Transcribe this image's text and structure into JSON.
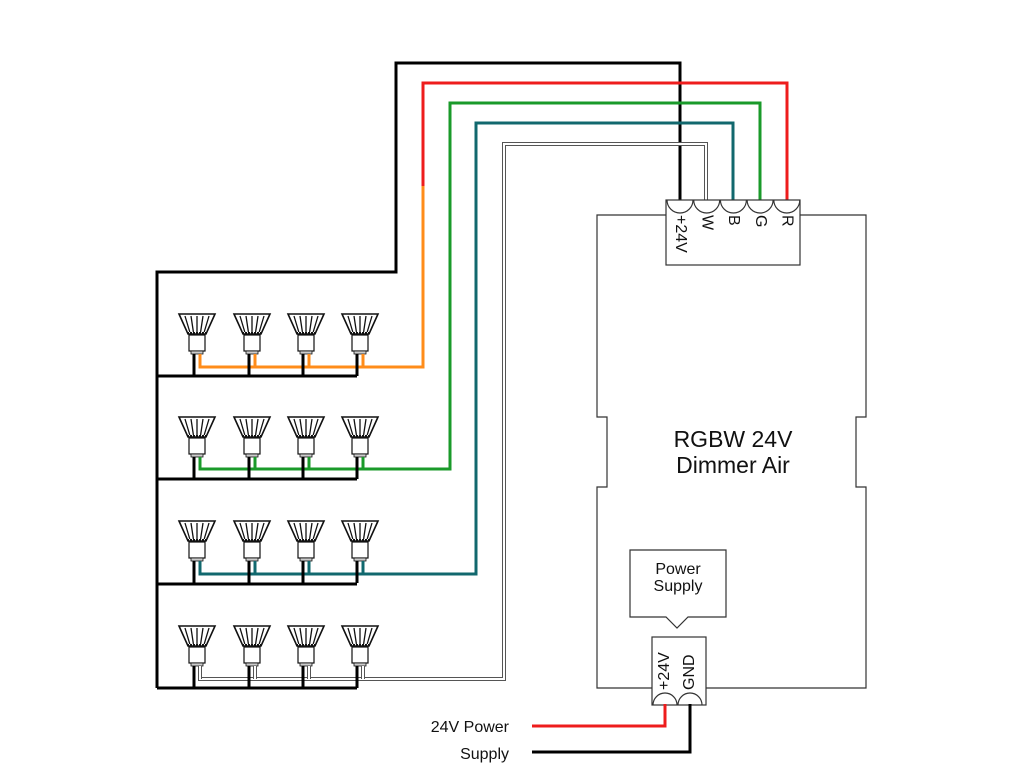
{
  "diagram": {
    "title": "RGBW 24V LED wiring diagram",
    "controller": {
      "name_line1": "RGBW 24V",
      "name_line2": "Dimmer Air",
      "output_terminals": [
        "+24V",
        "W",
        "B",
        "G",
        "R"
      ],
      "input_terminals": [
        "+24V",
        "GND"
      ]
    },
    "power_supply": {
      "label_line1": "Power",
      "label_line2": "Supply"
    },
    "power_input": {
      "label_line1": "24V Power",
      "label_line2": "Supply"
    },
    "groups": [
      {
        "channel": "R",
        "color": "#ff8c1a",
        "bulbs": 4
      },
      {
        "channel": "G",
        "color": "#1a9a2a",
        "bulbs": 4
      },
      {
        "channel": "B",
        "color": "#11686e",
        "bulbs": 4
      },
      {
        "channel": "W",
        "color": "#ffffff",
        "bulbs": 4
      }
    ],
    "wire_colors": {
      "plus24v": "#000000",
      "red": "#ee1c1c",
      "green": "#1a9a2a",
      "blue": "#11686e",
      "white": "#ffffff",
      "orange": "#ff8c1a",
      "gnd": "#000000"
    }
  }
}
